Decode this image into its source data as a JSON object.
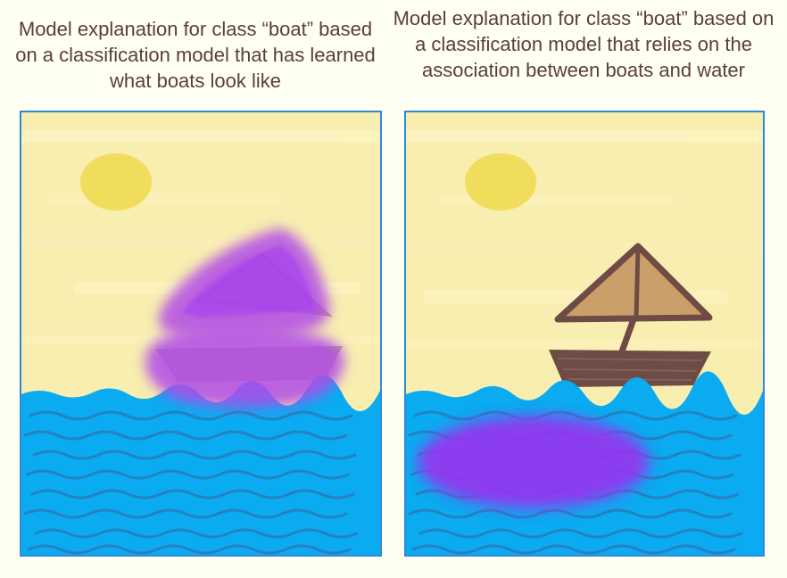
{
  "captions": {
    "left": "Model explanation for class “boat” based on a classification model that has learned what boats look like",
    "right": "Model explanation for class “boat” based on a classification model that relies on the association between boats and water"
  },
  "colors": {
    "sky": "#f8eeb0",
    "sun": "#f0dd5c",
    "water": "#0aabf0",
    "wave_lines": "#2a7ab8",
    "boat_sail": "#c9a06a",
    "boat_hull": "#6e4b44",
    "saliency": "#a53ef0",
    "border": "#2d8ad6",
    "caption_text": "#5a3f3a"
  },
  "icons": {
    "sun": "sun-icon",
    "boat": "sailboat-icon",
    "highlight": "saliency-heatmap"
  }
}
